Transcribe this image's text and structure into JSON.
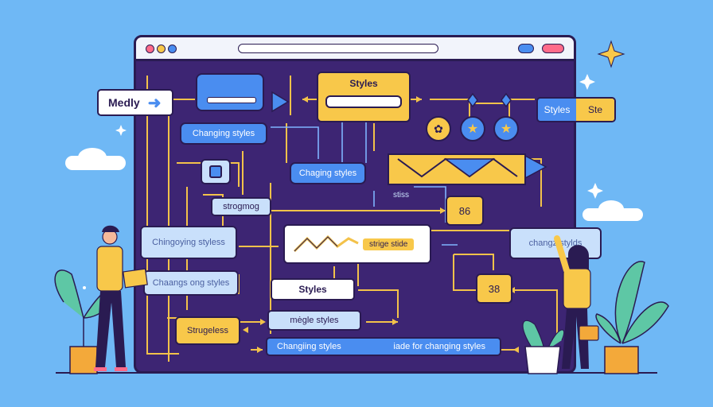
{
  "labels": {
    "medly": "Medly",
    "styles_top": "Styles",
    "styles_right": "Styles",
    "ste": "Ste",
    "changing_styles_1": "Changing styles",
    "chaging_styles": "Chaging styles",
    "strogmog": "strogmog",
    "stiss": "stiss",
    "num_86": "86",
    "changoying_styless": "Chingoying styless",
    "stige_stide": "strige stide",
    "changz_styls": "changz stylds",
    "changs_ong_styles": "Chaangs ong styles",
    "styles_bottom": "Styles",
    "num_38": "38",
    "mgle_styles": "mėgle styles",
    "struggles": "Strugeless",
    "changing_styles_bottom": "Changiing styles",
    "iade_for": "iade for changing styles"
  },
  "colors": {
    "background": "#6fb8f5",
    "panel": "#3d2573",
    "yellow": "#f8c84a",
    "blue": "#4a8df0",
    "light": "#c9e0fb",
    "line": "#f3c24a",
    "line_blue": "#7fb4ff"
  },
  "icons": [
    "arrow-right-icon",
    "star-icon",
    "diamond-icon",
    "sparkle-icon",
    "cloud-icon",
    "plant-icon",
    "person-icon",
    "laptop-icon",
    "briefcase-icon"
  ]
}
